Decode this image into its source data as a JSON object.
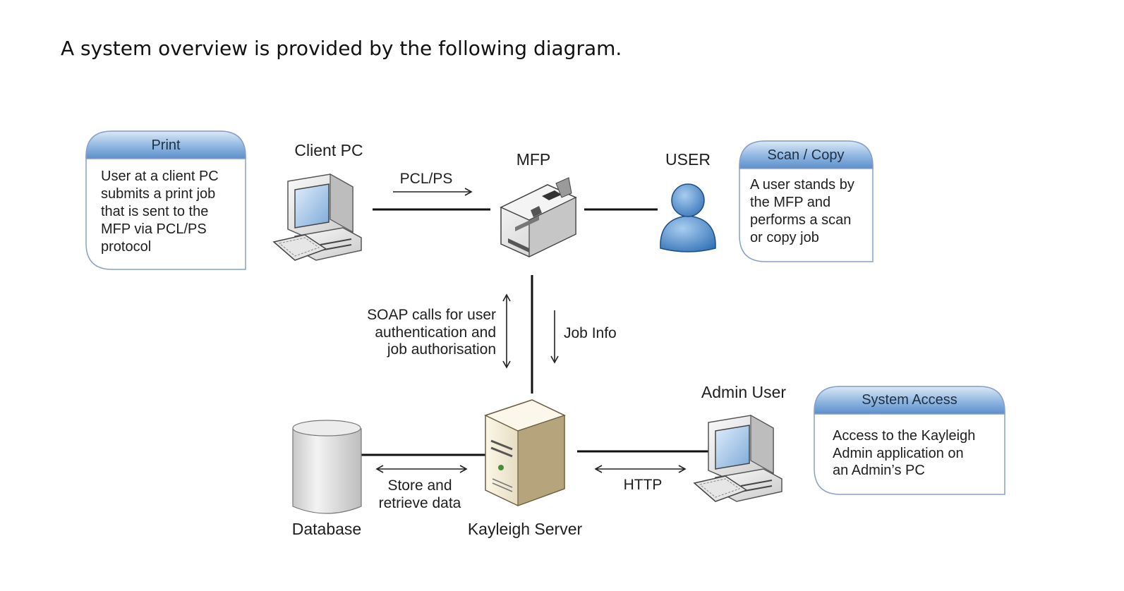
{
  "intro": "A system overview is provided by the following diagram.",
  "cards": {
    "print": {
      "title": "Print",
      "lines": [
        "User at a client PC",
        "submits a print job",
        "that is sent to the",
        "MFP via PCL/PS",
        "protocol"
      ]
    },
    "scan": {
      "title": "Scan / Copy",
      "lines": [
        "A user stands by",
        "the MFP and",
        "performs a scan",
        "or copy job"
      ]
    },
    "access": {
      "title": "System Access",
      "lines": [
        "Access to the Kayleigh",
        "Admin application on",
        "an Admin’s PC"
      ]
    }
  },
  "nodes": {
    "client_pc": "Client PC",
    "mfp": "MFP",
    "user": "USER",
    "admin_user": "Admin User",
    "database": "Database",
    "server": "Kayleigh Server"
  },
  "edges": {
    "pclps": "PCL/PS",
    "soap": [
      "SOAP calls for user",
      "authentication and",
      "job authorisation"
    ],
    "jobinfo": "Job Info",
    "store": [
      "Store and",
      "retrieve data"
    ],
    "http": "HTTP"
  },
  "colors": {
    "card_header_top": "#d6e6f6",
    "card_header_bottom": "#5f93cf",
    "card_border": "#8aa0c8",
    "user_icon": "#4a86c8"
  }
}
